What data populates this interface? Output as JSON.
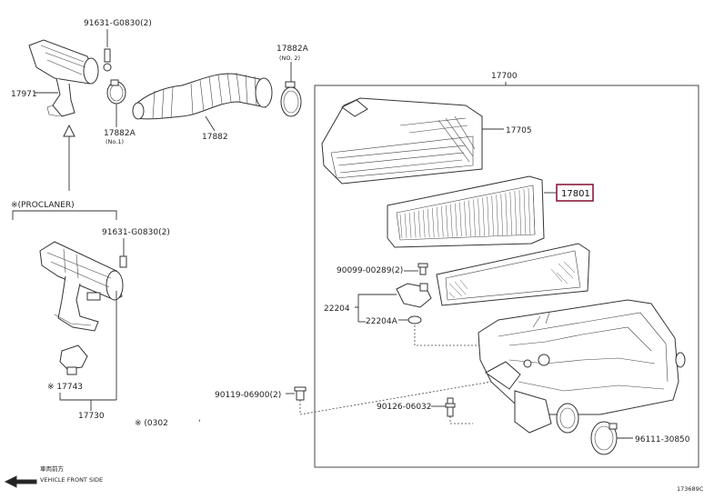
{
  "parts": {
    "p91631_top": "91631-G0830(2)",
    "p17971": "17971",
    "p17882A_no1": "17882A",
    "p17882A_no1_sub": "(No.1)",
    "p17882": "17882",
    "p17882A_no2": "17882A",
    "p17882A_no2_sub": "(NO. 2)",
    "p17700": "17700",
    "p17705": "17705",
    "p17801": "17801",
    "p90099": "90099-00289(2)",
    "p22204": "22204",
    "p22204A": "22204A",
    "p90119": "90119-06900(2)",
    "p90126": "90126-06032",
    "p96111": "96111-30850",
    "p91631_mid": "91631-G0830(2)",
    "p17743": "※ 17743",
    "p17730": "17730",
    "note_procelaner": "※(PROCLANER)",
    "note_ref": "※ (0302",
    "front_jp": "車両前方",
    "front_en": "VEHICLE FRONT SIDE",
    "diagram_id": "173689C"
  },
  "colors": {
    "highlight_box": "#8b1a3a"
  }
}
